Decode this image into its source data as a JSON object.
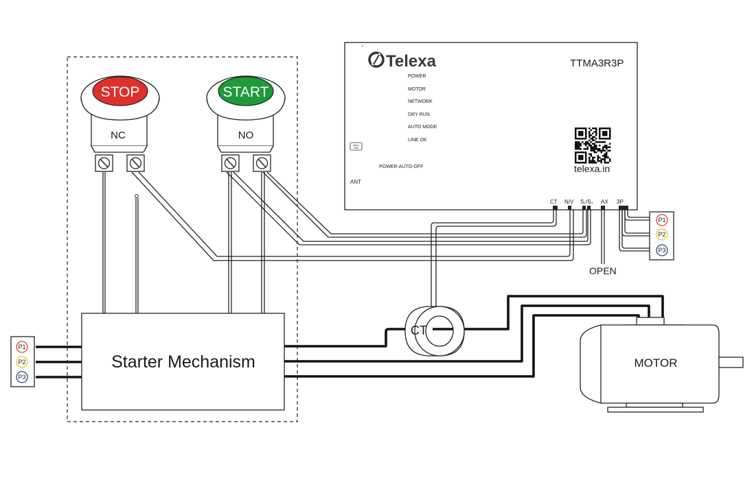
{
  "device": {
    "brand": "Telexa",
    "model": "TTMA3R3P",
    "website": "telexa.in",
    "leds": [
      "POWER",
      "MOTOR",
      "NETWORK",
      "DRY RUN",
      "AUTO MODE",
      "LINE OK"
    ],
    "sim_label_line1": "Micro",
    "sim_label_line2": "SIM",
    "power_switch_label": "POWER-AUTO-OFF",
    "antenna_label": "ANT",
    "terminals": [
      "CT",
      "N/V",
      "S₁/S₂",
      "AX",
      "3P"
    ]
  },
  "stop_button": {
    "label": "STOP",
    "contact": "NC",
    "color": "#e0302c"
  },
  "start_button": {
    "label": "START",
    "contact": "NO",
    "color": "#1e9a3a"
  },
  "starter": {
    "label": "Starter Mechanism"
  },
  "ct": {
    "label": "CT"
  },
  "motor": {
    "label": "MOTOR"
  },
  "open_label": "OPEN",
  "phases": [
    "P1",
    "P2",
    "P3"
  ],
  "phase_colors": [
    "#d9412e",
    "#e8c21f",
    "#2e3f8f"
  ]
}
